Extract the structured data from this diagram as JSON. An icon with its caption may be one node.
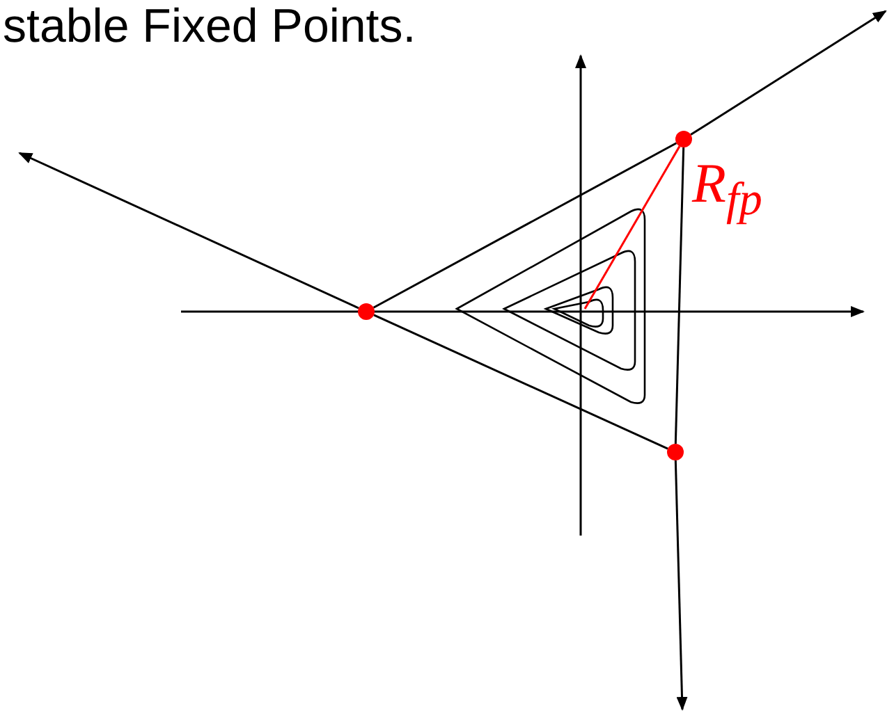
{
  "diagram": {
    "title": "stable Fixed Points.",
    "nodes": [
      {
        "text": [],
        "shape": "circle"
      },
      {
        "text": [],
        "shape": "circle"
      },
      {
        "text": [],
        "shape": "circle"
      }
    ],
    "edges": [
      {
        "from": 0,
        "to": 1,
        "arrow": "none"
      },
      {
        "from": 1,
        "to": 2,
        "arrow": "none"
      },
      {
        "from": 0,
        "to": 2,
        "arrow": "none"
      },
      {
        "from": 0,
        "to": null,
        "arrow": "to"
      },
      {
        "from": 1,
        "to": null,
        "arrow": "to"
      },
      {
        "from": 2,
        "to": null,
        "arrow": "to"
      }
    ],
    "labels": [
      "R$_{fp}$"
    ]
  }
}
